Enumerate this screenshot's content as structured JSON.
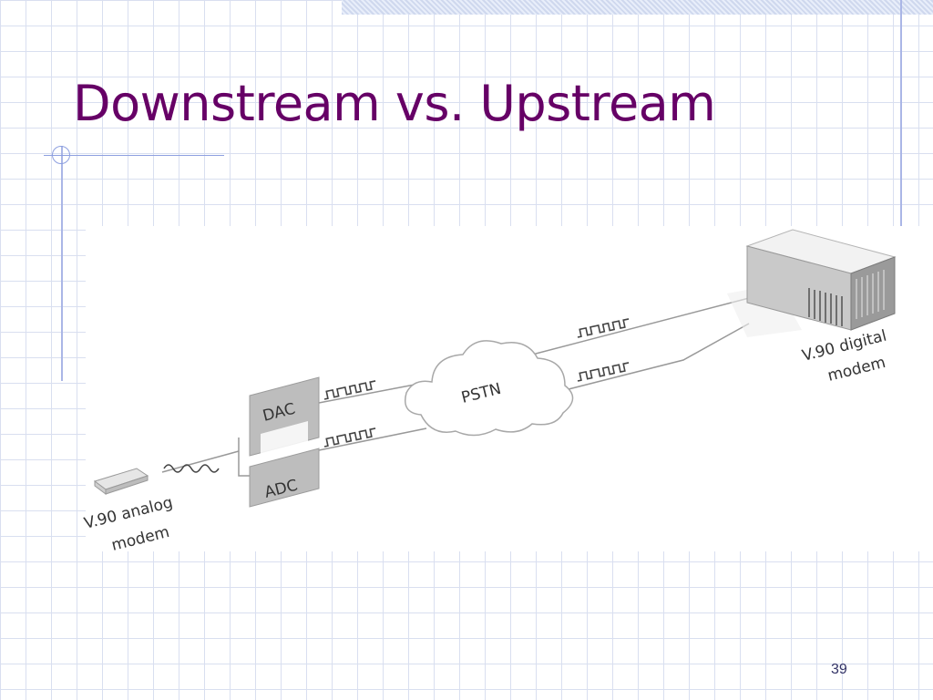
{
  "slide": {
    "title": "Downstream vs. Upstream",
    "page_number": "39"
  },
  "diagram": {
    "analog_modem_label": [
      "V.90 analog",
      "modem"
    ],
    "dac_label": "DAC",
    "adc_label": "ADC",
    "cloud_label": "PSTN",
    "digital_modem_label": [
      "V.90 digital",
      "modem"
    ]
  },
  "colors": {
    "title": "#660066",
    "grid": "#d9dff0",
    "accent_rule": "#aab6e6",
    "converter_box": "#bdbdbd"
  }
}
